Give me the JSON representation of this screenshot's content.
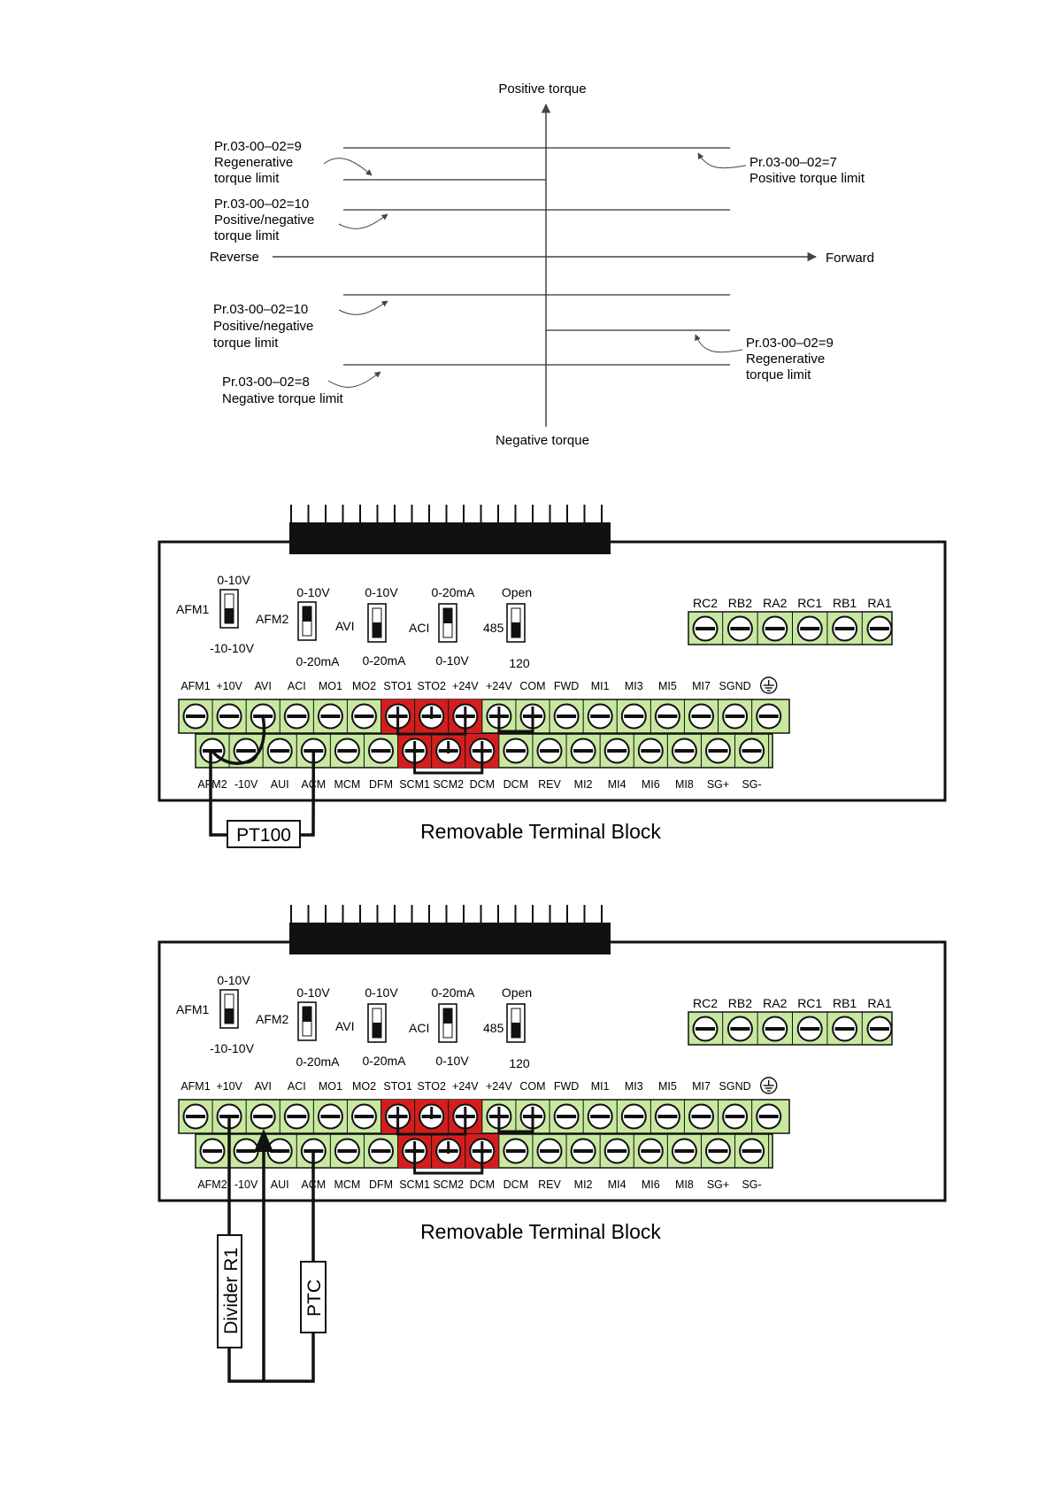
{
  "torque_diagram": {
    "axis_positive": "Positive torque",
    "axis_negative": "Negative torque",
    "axis_forward": "Forward",
    "axis_reverse": "Reverse",
    "annotations": [
      {
        "lines": [
          "Pr.03-00–02=9",
          "Regenerative",
          "torque limit"
        ]
      },
      {
        "lines": [
          "Pr.03-00–02=10",
          "Positive/negative",
          "torque limit"
        ]
      },
      {
        "lines": [
          "Pr.03-00–02=10",
          "Positive/negative",
          "torque limit"
        ]
      },
      {
        "lines": [
          "Pr.03-00–02=8",
          "Negative torque limit"
        ]
      },
      {
        "lines": [
          "Pr.03-00–02=7",
          "Positive torque limit"
        ]
      },
      {
        "lines": [
          "Pr.03-00–02=9",
          "Regenerative",
          "torque limit"
        ]
      }
    ]
  },
  "terminal_block": {
    "switches": {
      "afm1": {
        "name": "AFM1",
        "top": "0-10V",
        "bottom": "-10-10V"
      },
      "afm2": {
        "name": "AFM2",
        "top": "0-10V",
        "bottom": "0-20mA"
      },
      "avi": {
        "name": "AVI",
        "top": "0-10V",
        "bottom": "0-20mA"
      },
      "aci": {
        "name": "ACI",
        "top": "0-20mA",
        "bottom": "0-10V"
      },
      "rs485": {
        "name": "485",
        "top": "Open",
        "bottom": "120"
      }
    },
    "relay_terminals": [
      "RC2",
      "RB2",
      "RA2",
      "RC1",
      "RB1",
      "RA1"
    ],
    "top_row": [
      "AFM1",
      "+10V",
      "AVI",
      "ACI",
      "MO1",
      "MO2",
      "STO1",
      "STO2",
      "+24V",
      "+24V",
      "COM",
      "FWD",
      "MI1",
      "MI3",
      "MI5",
      "MI7",
      "SGND"
    ],
    "bottom_row": [
      "AFM2",
      "-10V",
      "AUI",
      "ACM",
      "MCM",
      "DFM",
      "SCM1",
      "SCM2",
      "DCM",
      "DCM",
      "REV",
      "MI2",
      "MI4",
      "MI6",
      "MI8",
      "SG+",
      "SG-"
    ],
    "title": "Removable Terminal Block"
  },
  "block1": {
    "sensor": "PT100"
  },
  "block2": {
    "divider": "Divider R1",
    "sensor": "PTC"
  },
  "colors": {
    "terminal": "#c8e8a0",
    "sto": "#d41e1e",
    "line": "#111111"
  }
}
